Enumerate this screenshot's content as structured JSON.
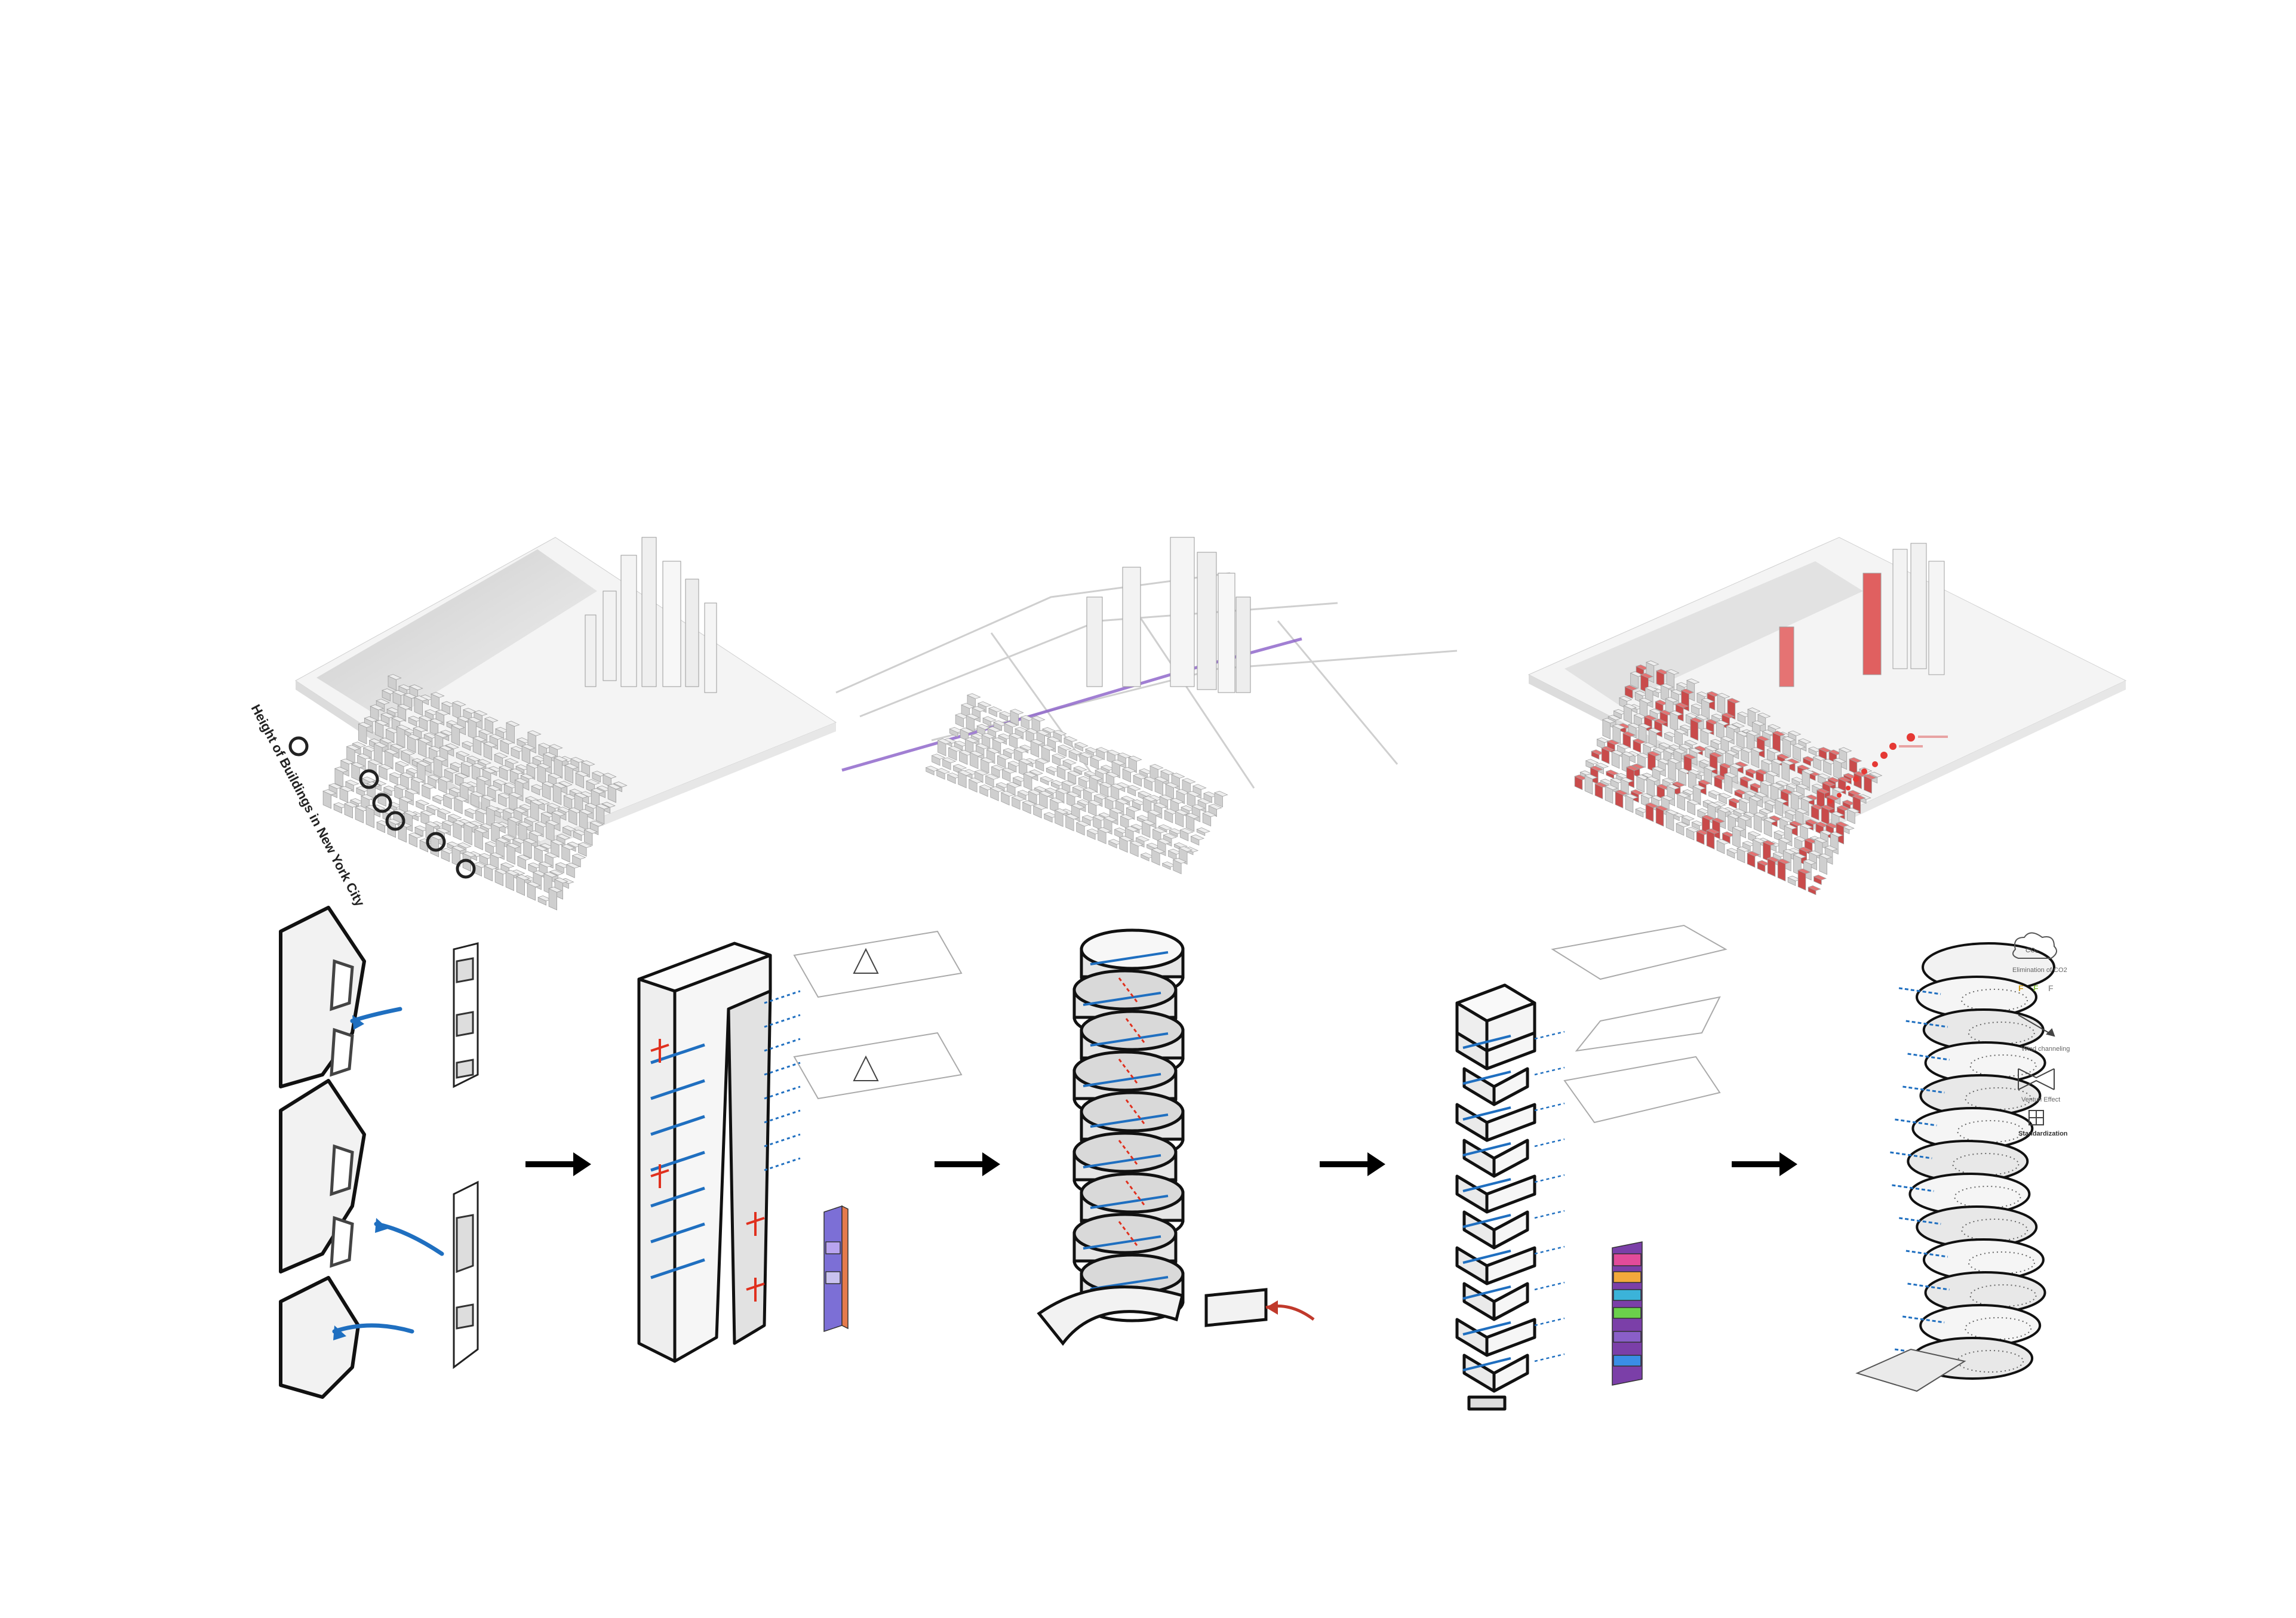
{
  "maps": [
    {
      "name": "height-map"
    },
    {
      "name": "transit-map"
    },
    {
      "name": "emission-map"
    }
  ],
  "height_map": {
    "title": "Height of Buildings in New York City"
  },
  "legend": {
    "items": [
      {
        "label": "Elimination of CO2",
        "icon": "cloud-co2-icon"
      },
      {
        "label": "Wind channeling",
        "icon": "wind-arrow-icon"
      },
      {
        "label": "Venturi Effect",
        "icon": "venturi-icon"
      },
      {
        "label": "Standardization",
        "icon": "grid-building-icon"
      }
    ]
  },
  "colors": {
    "wind": "#1f6fc0",
    "heat": "#e0301e",
    "emission": "#e53935",
    "transit": "#8a5fc8",
    "ink": "#111111"
  }
}
